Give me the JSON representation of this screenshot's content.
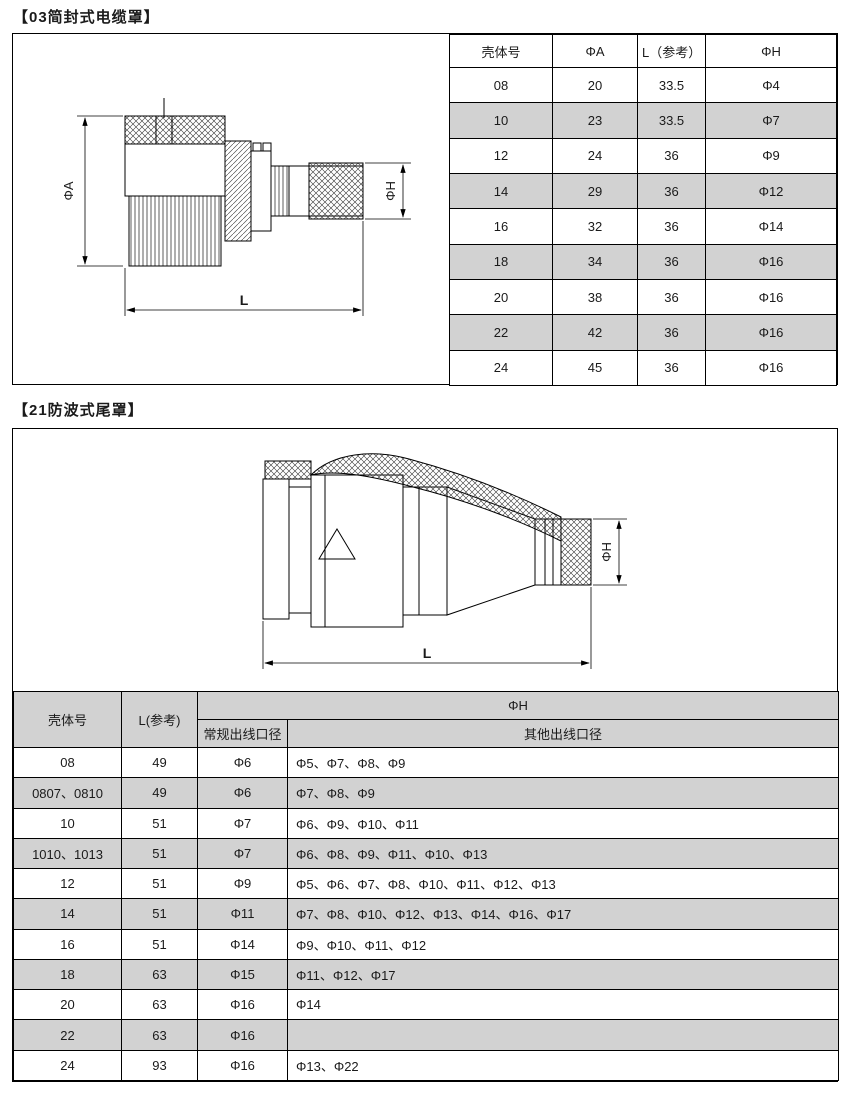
{
  "sections": {
    "s1": {
      "title": "【03简封式电缆罩】"
    },
    "s2": {
      "title": "【21防波式尾罩】"
    }
  },
  "drawing1": {
    "dim_a": "ΦA",
    "dim_h": "ΦH",
    "dim_l": "L"
  },
  "drawing2": {
    "dim_h": "ΦH",
    "dim_l": "L"
  },
  "table1": {
    "headers": [
      "壳体号",
      "ΦA",
      "L（参考）",
      "ΦH"
    ],
    "rows": [
      [
        "08",
        "20",
        "33.5",
        "Φ4"
      ],
      [
        "10",
        "23",
        "33.5",
        "Φ7"
      ],
      [
        "12",
        "24",
        "36",
        "Φ9"
      ],
      [
        "14",
        "29",
        "36",
        "Φ12"
      ],
      [
        "16",
        "32",
        "36",
        "Φ14"
      ],
      [
        "18",
        "34",
        "36",
        "Φ16"
      ],
      [
        "20",
        "38",
        "36",
        "Φ16"
      ],
      [
        "22",
        "42",
        "36",
        "Φ16"
      ],
      [
        "24",
        "45",
        "36",
        "Φ16"
      ]
    ]
  },
  "table2": {
    "headers": {
      "shell": "壳体号",
      "l_ref": "L(参考)",
      "phi_h": "ΦH",
      "regular": "常规出线口径",
      "other": "其他出线口径"
    },
    "rows": [
      [
        "08",
        "49",
        "Φ6",
        "Φ5、Φ7、Φ8、Φ9"
      ],
      [
        "0807、0810",
        "49",
        "Φ6",
        "Φ7、Φ8、Φ9"
      ],
      [
        "10",
        "51",
        "Φ7",
        "Φ6、Φ9、Φ10、Φ11"
      ],
      [
        "1010、1013",
        "51",
        "Φ7",
        "Φ6、Φ8、Φ9、Φ11、Φ10、Φ13"
      ],
      [
        "12",
        "51",
        "Φ9",
        "Φ5、Φ6、Φ7、Φ8、Φ10、Φ11、Φ12、Φ13"
      ],
      [
        "14",
        "51",
        "Φ11",
        "Φ7、Φ8、Φ10、Φ12、Φ13、Φ14、Φ16、Φ17"
      ],
      [
        "16",
        "51",
        "Φ14",
        "Φ9、Φ10、Φ11、Φ12"
      ],
      [
        "18",
        "63",
        "Φ15",
        "Φ11、Φ12、Φ17"
      ],
      [
        "20",
        "63",
        "Φ16",
        "Φ14"
      ],
      [
        "22",
        "63",
        "Φ16",
        ""
      ],
      [
        "24",
        "93",
        "Φ16",
        "Φ13、Φ22"
      ]
    ]
  },
  "colors": {
    "row_alt_bg": "#d2d2d2",
    "header_bg": "#d2d2d2",
    "line": "#000000"
  }
}
